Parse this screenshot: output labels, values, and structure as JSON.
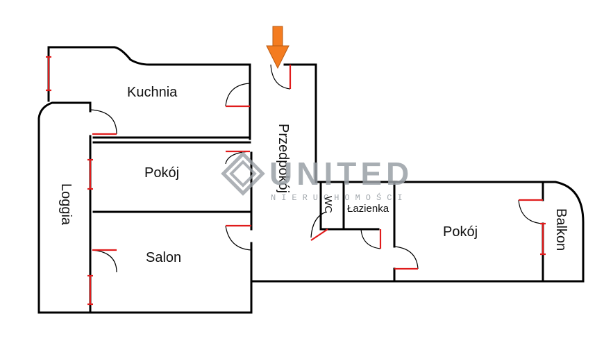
{
  "rooms": {
    "kuchnia": "Kuchnia",
    "pokoj_left": "Pokój",
    "salon": "Salon",
    "loggia": "Loggia",
    "przedpokoj": "Przedpokój",
    "wc": "WC",
    "lazienka": "Łazienka",
    "pokoj_right": "Pokój",
    "balkon": "Balkon"
  },
  "watermark": {
    "brand": "UNITED",
    "sub": "NIERUCHOMOŚCI"
  },
  "colors": {
    "walls": "#000000",
    "doors_windows": "#e01b1b",
    "entrance_arrow": "#f47c20",
    "watermark": "#9aa0a6"
  },
  "icons": {
    "entrance": "arrow-down-icon",
    "logo": "diamond-logo-icon"
  }
}
